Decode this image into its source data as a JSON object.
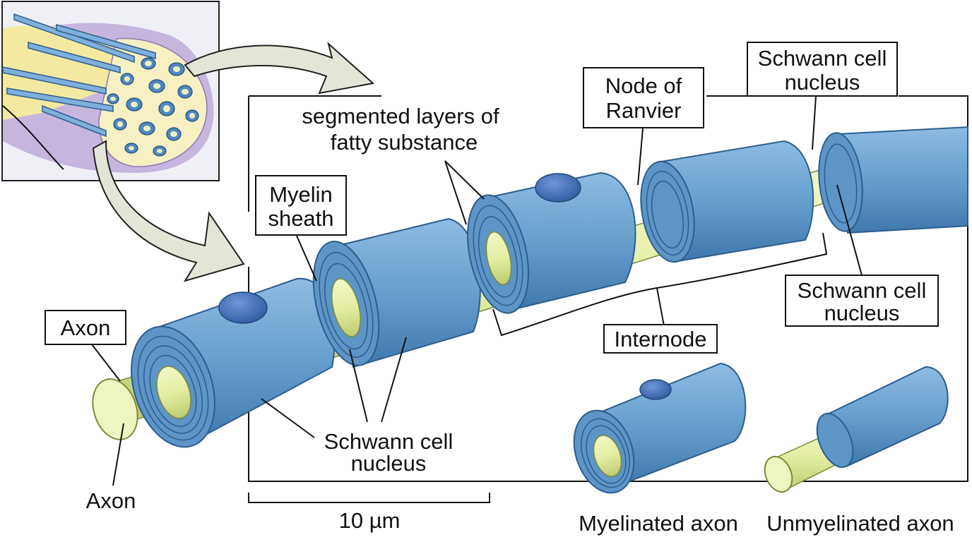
{
  "labels": {
    "axon_top": "Axon",
    "axon_bottom": "Axon",
    "myelin_sheath": [
      "Myelin",
      "sheath"
    ],
    "segmented_layers": [
      "segmented layers of",
      "fatty substance"
    ],
    "node_of_ranvier": [
      "Node of",
      "Ranvier"
    ],
    "schwann_top": [
      "Schwann cell",
      "nucleus"
    ],
    "schwann_right": [
      "Schwann cell",
      "nucleus"
    ],
    "schwann_bottom": [
      "Schwann cell",
      "nucleus"
    ],
    "internode": "Internode",
    "scale_bar": "10 µm",
    "myelinated_axon": "Myelinated axon",
    "unmyelinated_axon": "Unmyelinated axon"
  },
  "colors": {
    "myelin": "#6aa2d0",
    "myelin_dark": "#3f78ad",
    "myelin_light": "#a6ccec",
    "axon": "#e4eea2",
    "axon_dark": "#b8c86a",
    "nucleus": "#3d6cb4",
    "inset_bg": "#eef0f6",
    "nerve_purple": "#c6b6de",
    "nerve_yellow": "#f3e9a0",
    "arrow_fill": "#e3e6d6"
  }
}
